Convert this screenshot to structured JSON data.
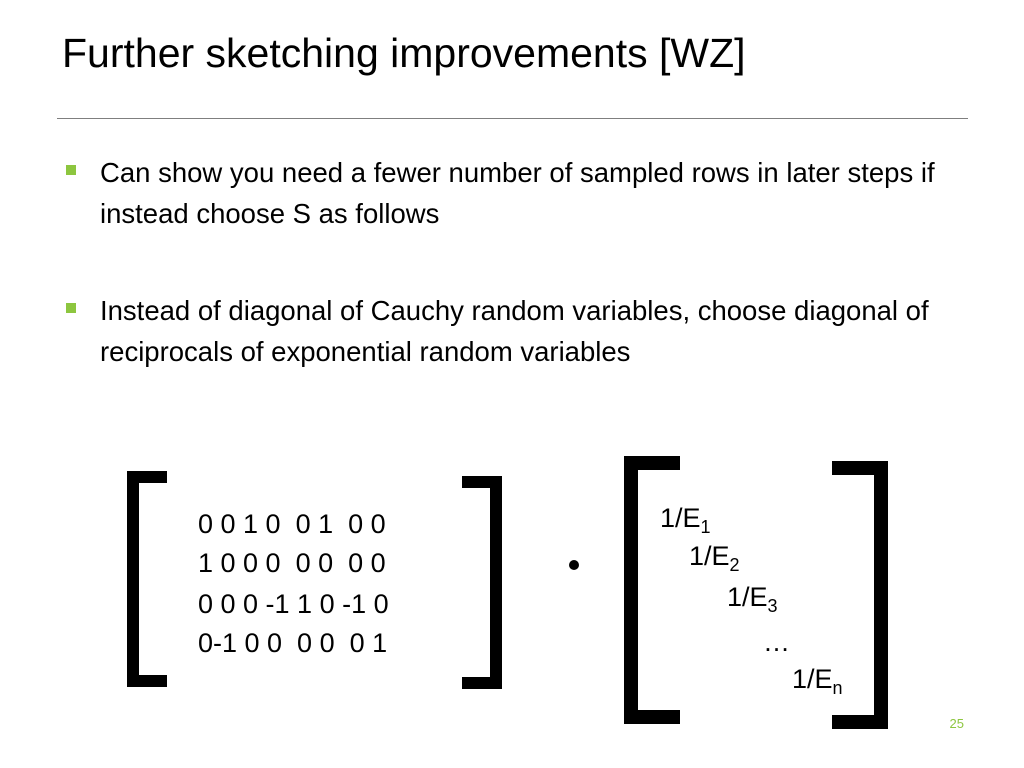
{
  "slide": {
    "title": "Further sketching improvements [WZ]",
    "bullets": [
      "Can show you need a fewer number of sampled rows in later steps if instead choose S as follows",
      "Instead of diagonal of Cauchy random variables, choose diagonal of reciprocals of exponential random variables"
    ],
    "matrix_rows": [
      "0 0 1 0  0 1  0 0",
      "1 0 0 0  0 0  0 0",
      "0 0 0 -1 1 0 -1 0",
      "0-1 0 0  0 0  0 1"
    ],
    "operator": "•",
    "diagonal": [
      {
        "base": "1/E",
        "sub": "1"
      },
      {
        "base": "1/E",
        "sub": "2"
      },
      {
        "base": "1/E",
        "sub": "3"
      },
      {
        "base": "…",
        "sub": ""
      },
      {
        "base": "1/E",
        "sub": "n"
      }
    ],
    "page_number": "25"
  },
  "colors": {
    "accent": "#8dc63f",
    "rule": "#7f7f7f",
    "text": "#000000"
  }
}
